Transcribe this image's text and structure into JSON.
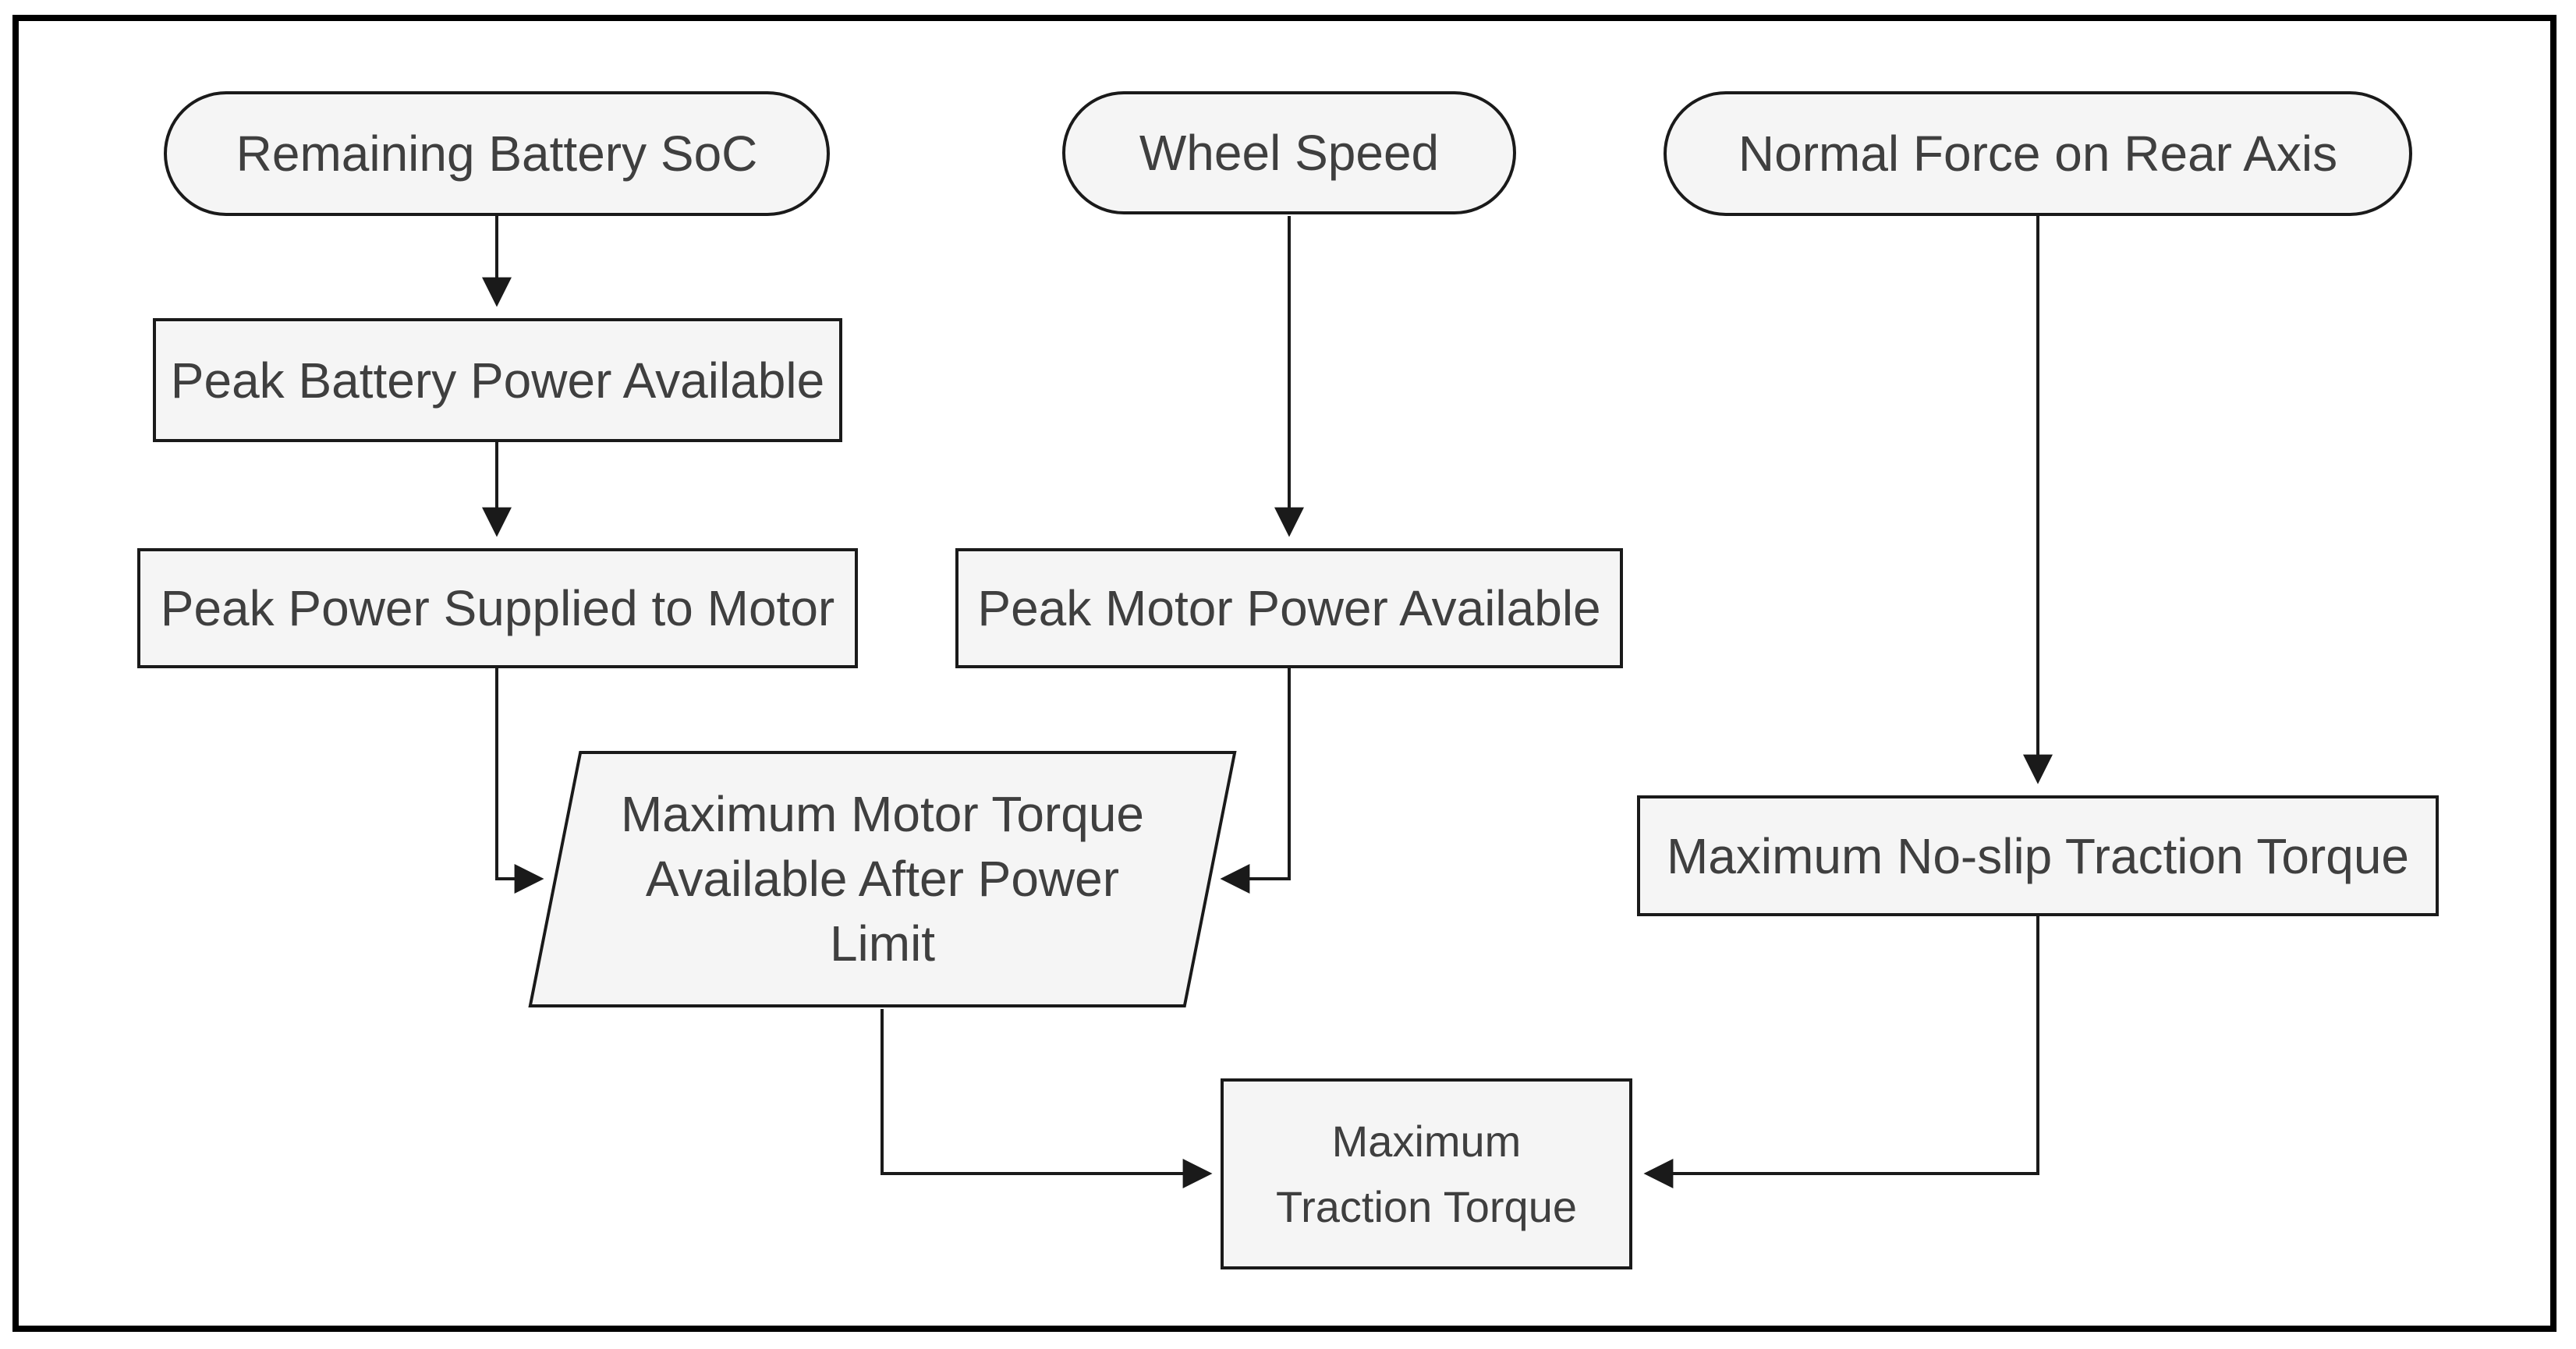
{
  "diagram": {
    "type": "flowchart",
    "palette": {
      "background": "#ffffff",
      "frame_border": "#000000",
      "node_fill": "#f5f5f5",
      "node_border": "#1a1a1a",
      "text_color": "#3f3f3f",
      "connector_color": "#1a1a1a"
    },
    "nodes": {
      "remaining_battery_soc": {
        "label": "Remaining Battery SoC",
        "shape": "stadium"
      },
      "peak_battery_power": {
        "label": "Peak Battery Power Available",
        "shape": "rectangle"
      },
      "peak_power_supplied": {
        "label": "Peak Power Supplied to Motor",
        "shape": "rectangle"
      },
      "wheel_speed": {
        "label": "Wheel Speed",
        "shape": "stadium"
      },
      "peak_motor_power": {
        "label": "Peak Motor Power Available",
        "shape": "rectangle"
      },
      "normal_force_rear_axis": {
        "label": "Normal Force on Rear Axis",
        "shape": "stadium"
      },
      "max_motor_torque": {
        "label": "Maximum Motor Torque Available After Power Limit",
        "line1": "Maximum Motor Torque",
        "line2": "Available After Power",
        "line3": "Limit",
        "shape": "parallelogram"
      },
      "max_noslip_torque": {
        "label": "Maximum No-slip Traction Torque",
        "shape": "rectangle"
      },
      "max_traction_torque": {
        "label": "Maximum Traction Torque",
        "line1": "Maximum",
        "line2": "Traction Torque",
        "shape": "rectangle"
      }
    },
    "edges": [
      {
        "from": "remaining_battery_soc",
        "to": "peak_battery_power"
      },
      {
        "from": "peak_battery_power",
        "to": "peak_power_supplied"
      },
      {
        "from": "peak_power_supplied",
        "to": "max_motor_torque"
      },
      {
        "from": "wheel_speed",
        "to": "peak_motor_power"
      },
      {
        "from": "peak_motor_power",
        "to": "max_motor_torque"
      },
      {
        "from": "normal_force_rear_axis",
        "to": "max_noslip_torque"
      },
      {
        "from": "max_motor_torque",
        "to": "max_traction_torque"
      },
      {
        "from": "max_noslip_torque",
        "to": "max_traction_torque"
      }
    ]
  }
}
